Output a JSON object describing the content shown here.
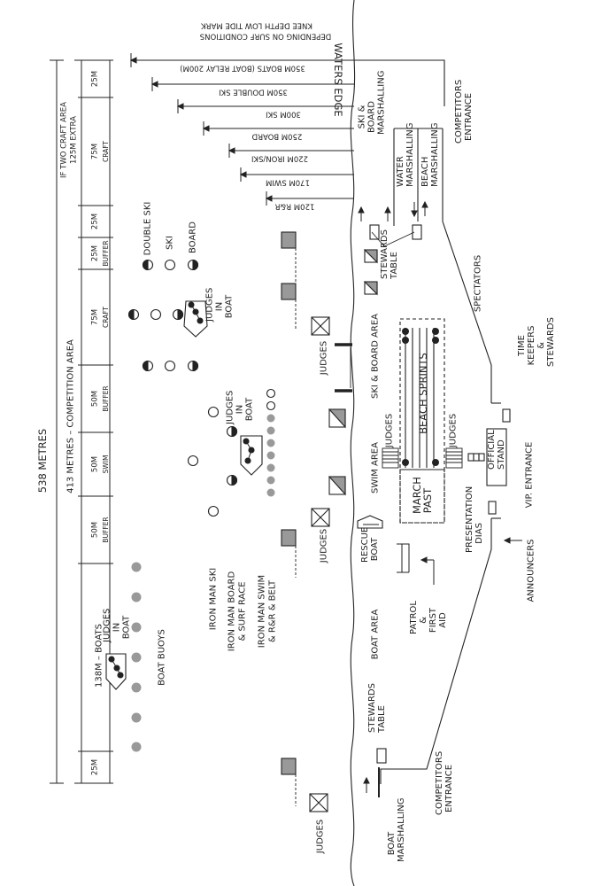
{
  "diagram": {
    "edge_labels": {
      "waters_edge": "WATERS EDGE",
      "knee_depth_1": "KNEE DEPTH LOW TIDE MARK",
      "knee_depth_2": "DEPENDING ON SURF CONDITIONS"
    },
    "race_distances": [
      {
        "label": "350M BOATS (BOAT RELAY 200M)"
      },
      {
        "label": "350M DOUBLE SKI"
      },
      {
        "label": "300M SKI"
      },
      {
        "label": "250M BOARD"
      },
      {
        "label": "220M IRON/SKI"
      },
      {
        "label": "170M SWIM"
      },
      {
        "label": "120M R&R"
      }
    ],
    "dimensions": {
      "total": "538 METRES",
      "competition": "413 METRES – COMPETITION AREA",
      "craft_extra_1": "IF TWO CRAFT AREA",
      "craft_extra_2": "125M EXTRA",
      "boats": "138M – BOATS",
      "segments": [
        {
          "size": "25M",
          "name": ""
        },
        {
          "size": "75M",
          "name": "CRAFT"
        },
        {
          "size": "25M",
          "name": ""
        },
        {
          "size": "25M",
          "name": "BUFFER"
        },
        {
          "size": "75M",
          "name": "CRAFT"
        },
        {
          "size": "50M",
          "name": "BUFFER"
        },
        {
          "size": "50M",
          "name": "SWIM"
        },
        {
          "size": "50M",
          "name": "BUFFER"
        },
        {
          "size": "25M",
          "name": ""
        }
      ]
    },
    "buoy_legend": {
      "double_ski": "DOUBLE SKI",
      "ski": "SKI",
      "board": "BOARD",
      "boat_buoys": "BOAT BUOYS",
      "iron_man_ski": "IRON MAN SKI",
      "iron_man_board_1": "IRON MAN BOARD",
      "iron_man_board_2": "& SURF RACE",
      "iron_man_swim_1": "IRON MAN SWIM",
      "iron_man_swim_2": "& R&R & BELT"
    },
    "judges_in_boat": "JUDGES IN BOAT",
    "judges": "JUDGES",
    "areas": {
      "ski_board_marshalling": "SKI & BOARD MARSHALLING",
      "water_marshalling": "WATER MARSHALLING",
      "beach_marshalling": "BEACH MARSHALLING",
      "competitors_entrance": "COMPETITORS ENTRANCE",
      "stewards_table": "STEWARDS TABLE",
      "spectators": "SPECTATORS",
      "ski_board_area": "SKI & BOARD AREA",
      "beach_sprints": "BEACH SPRINTS",
      "time_keepers": "TIME KEEPERS & STEWARDS",
      "swim_area": "SWIM AREA",
      "official_stand": "OFFICIAL STAND",
      "vip_entrance": "VIP. ENTRANCE",
      "march_past": "MARCH PAST",
      "presentation_dias": "PRESENTATION DIAS",
      "rescue_boat": "RESCUE BOAT",
      "announcers": "ANNOUNCERS",
      "patrol_first_aid": "PATROL & FIRST AID",
      "boat_area": "BOAT AREA",
      "boat_marshalling": "BOAT MARSHALLING"
    }
  }
}
